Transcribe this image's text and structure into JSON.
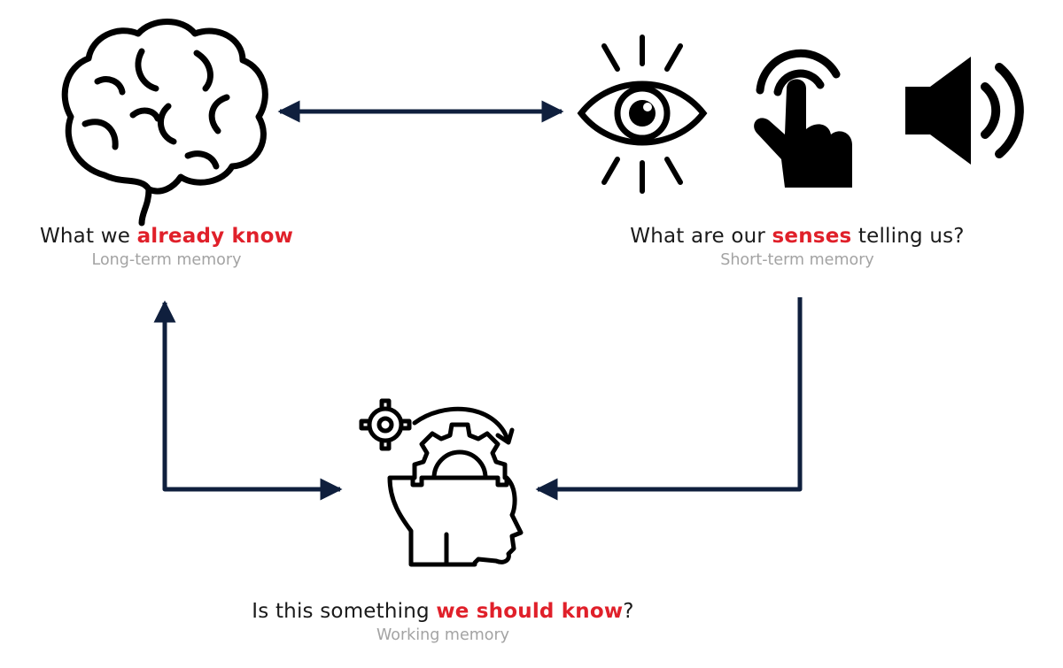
{
  "nodes": {
    "long_term": {
      "prefix": "What we ",
      "highlight": "already know",
      "suffix": "",
      "subtitle": "Long-term memory",
      "icon": "brain-icon"
    },
    "short_term": {
      "prefix": "What are our ",
      "highlight": "senses",
      "suffix": " telling us?",
      "subtitle": "Short-term memory",
      "icons": [
        "eye-icon",
        "touch-hand-icon",
        "speaker-icon"
      ]
    },
    "working": {
      "prefix": "Is this something ",
      "highlight": "we should know",
      "suffix": "?",
      "subtitle": "Working memory",
      "icon": "head-gears-icon"
    }
  },
  "colors": {
    "arrow": "#0f1f3d",
    "highlight": "#e0202a",
    "text": "#1a1a1a",
    "subtitle": "#a3a3a3",
    "icon": "#000000"
  }
}
